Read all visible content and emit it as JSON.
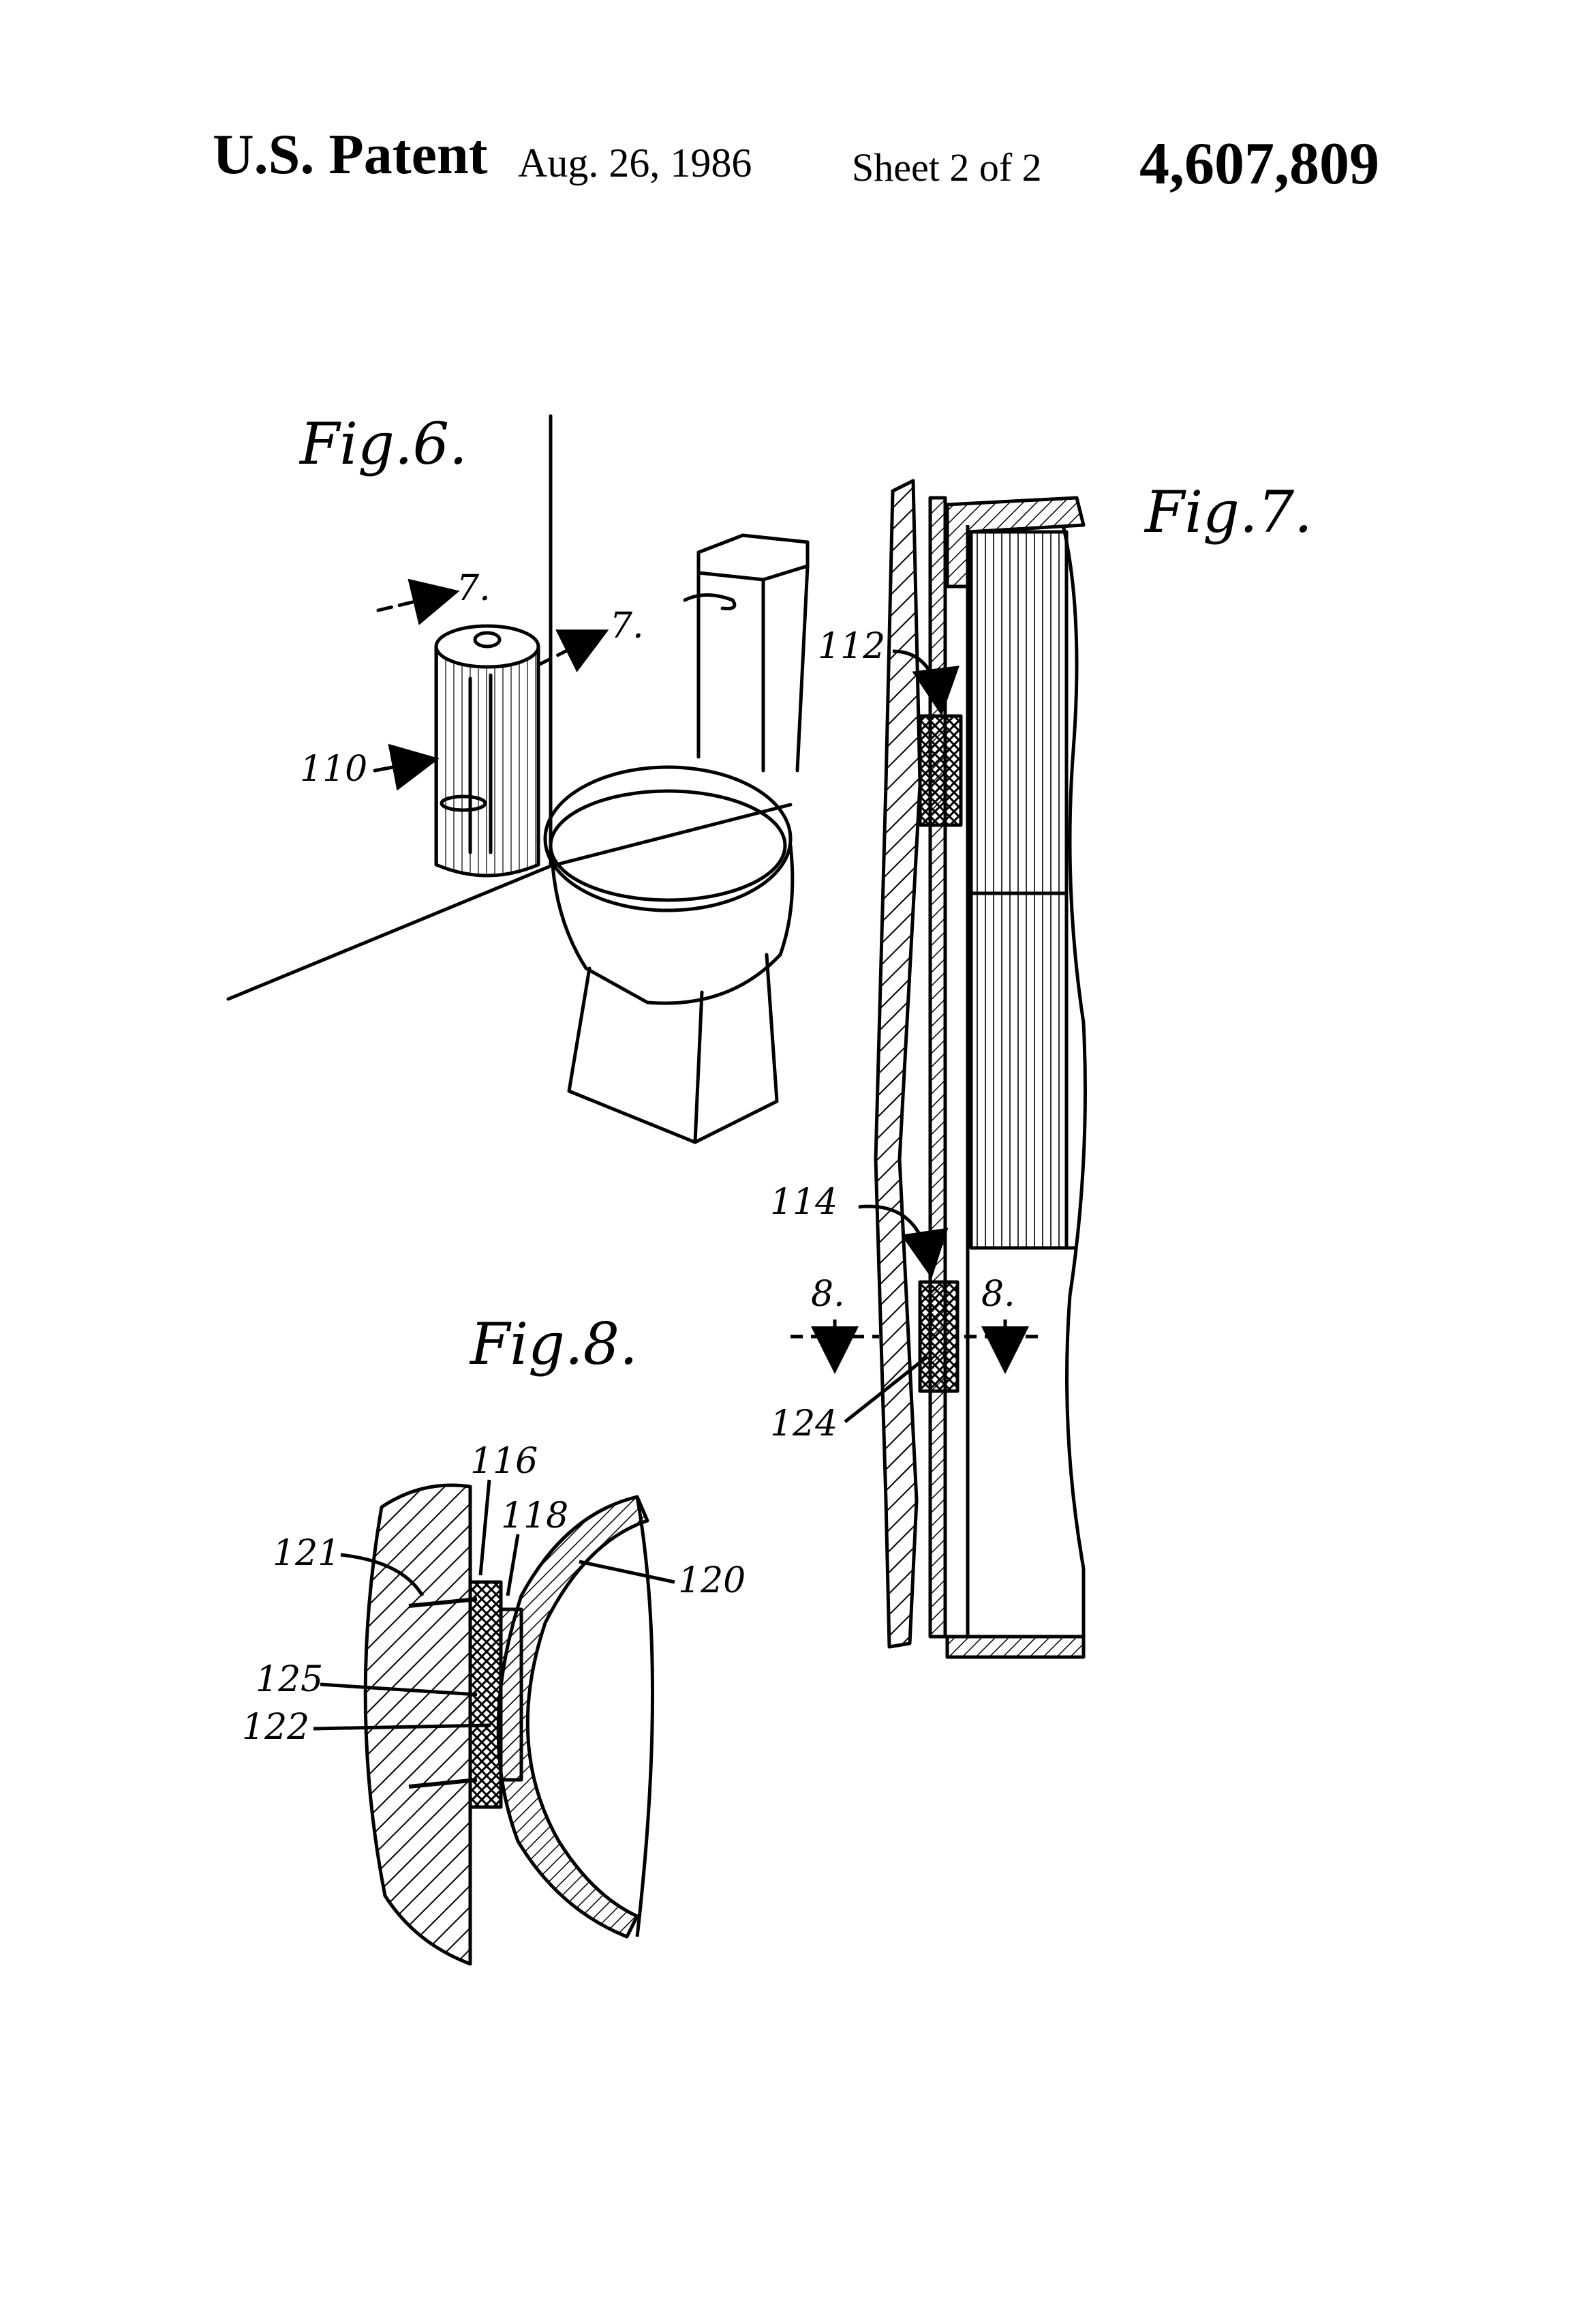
{
  "header": {
    "patent_label": "U.S. Patent",
    "date": "Aug. 26, 1986",
    "sheet": "Sheet 2 of 2",
    "patent_number": "4,607,809"
  },
  "figures": {
    "fig6": {
      "title": "Fig.6.",
      "refs": {
        "holder": "110",
        "section_left": "7.",
        "section_right": "7."
      }
    },
    "fig7": {
      "title": "Fig.7.",
      "refs": {
        "upper_bracket": "112",
        "lower_bracket": "114",
        "fastener": "124",
        "section_left": "8.",
        "section_right": "8."
      }
    },
    "fig8": {
      "title": "Fig.8.",
      "refs": {
        "r116": "116",
        "r118": "118",
        "r120": "120",
        "r121": "121",
        "r125": "125",
        "r122": "122"
      }
    }
  }
}
